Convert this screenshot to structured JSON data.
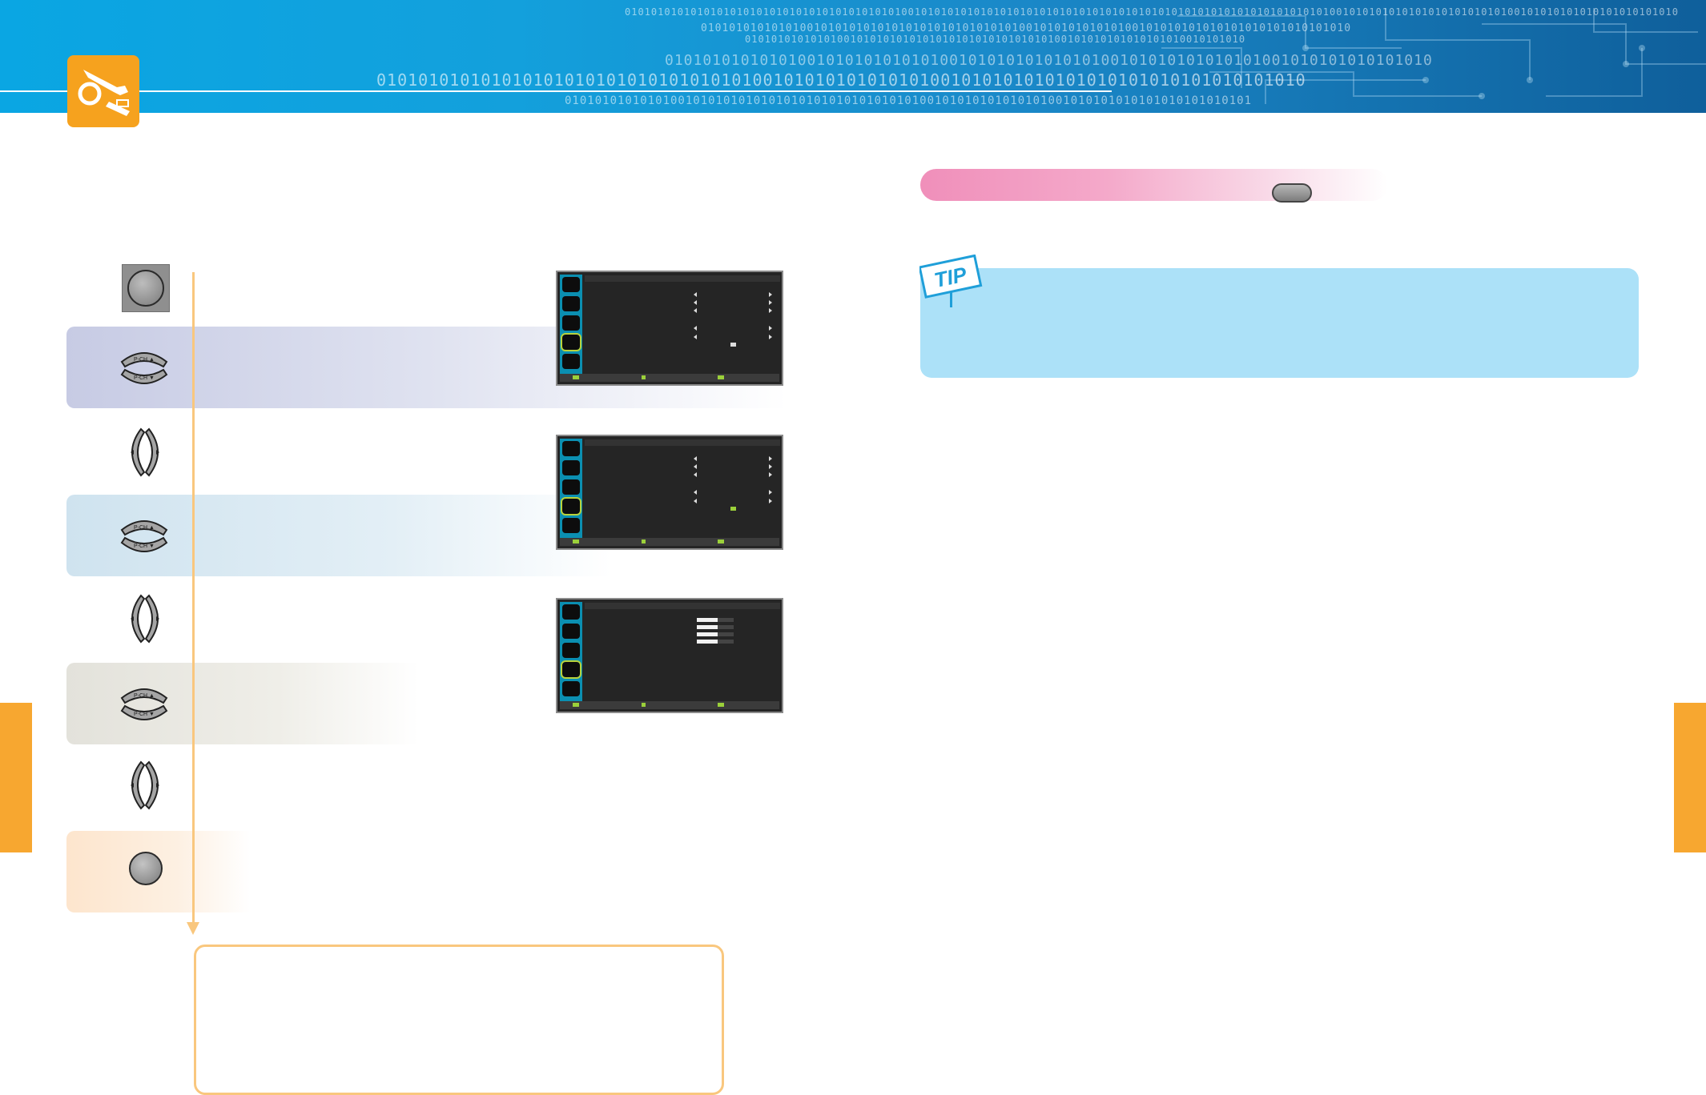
{
  "header": {
    "binary_rows": [
      "0101010101010101010101010101010101010101010010101010101010101010101010101010101010101010101010101010101010100101010101010101010101010100101010101010101010101010",
      "01010101010101001010101010101010101010101010100101010101010100101010101010101010101010101010",
      "0101010101010100101010101010101010101010101010100101010101010101010010101010",
      "010101010101010010101010101010010101010101010100101010101010101001010101010101010",
      "01010101010101010101010101010101010100101010101010101001010101010101010101010101010101010",
      "0101010101010100101010101010101010101010101010100101010101010101001010101010101010101010101"
    ]
  },
  "colors": {
    "header_blue": "#0aa6e3",
    "logo_orange": "#f6a21e",
    "tip_blue": "#ace1f8",
    "osd_highlight": "#b9d23b"
  },
  "icons": {
    "logo": "wrench-caliper-icon",
    "tip": "tip-sign-icon"
  }
}
